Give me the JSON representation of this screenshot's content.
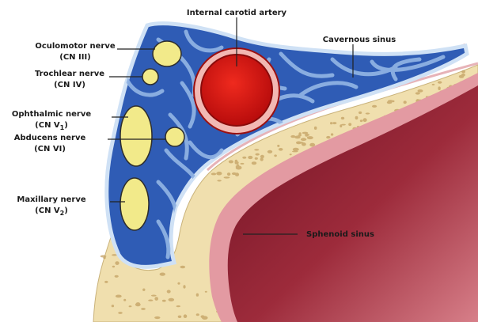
{
  "diagram": {
    "labels": {
      "internal_carotid_artery": "Internal carotid artery",
      "cavernous_sinus": "Cavernous sinus",
      "oculomotor_name": "Oculomotor nerve",
      "oculomotor_cn": "(CN III)",
      "trochlear_name": "Trochlear nerve",
      "trochlear_cn": "(CN IV)",
      "ophthalmic_name": "Ophthalmic nerve",
      "ophthalmic_cn": "(CN V",
      "ophthalmic_sub": "1",
      "ophthalmic_close": ")",
      "abducens_name": "Abducens nerve",
      "abducens_cn": "(CN VI)",
      "maxillary_name": "Maxillary nerve",
      "maxillary_cn": "(CN V",
      "maxillary_sub": "2",
      "maxillary_close": ")",
      "sphenoid_sinus": "Sphenoid sinus"
    },
    "colors": {
      "sinus_blue": "#2f5cb5",
      "trabecula": "#8fb1e3",
      "membrane": "#cfe1f5",
      "artery_red": "#d81414",
      "artery_wall": "#f2b8b3",
      "nerve_yellow": "#f2ea8a",
      "bone_beige": "#f0dfae",
      "sinus_mucosa": "#d97a85",
      "sinus_cavity": "#8e1f2e"
    }
  }
}
